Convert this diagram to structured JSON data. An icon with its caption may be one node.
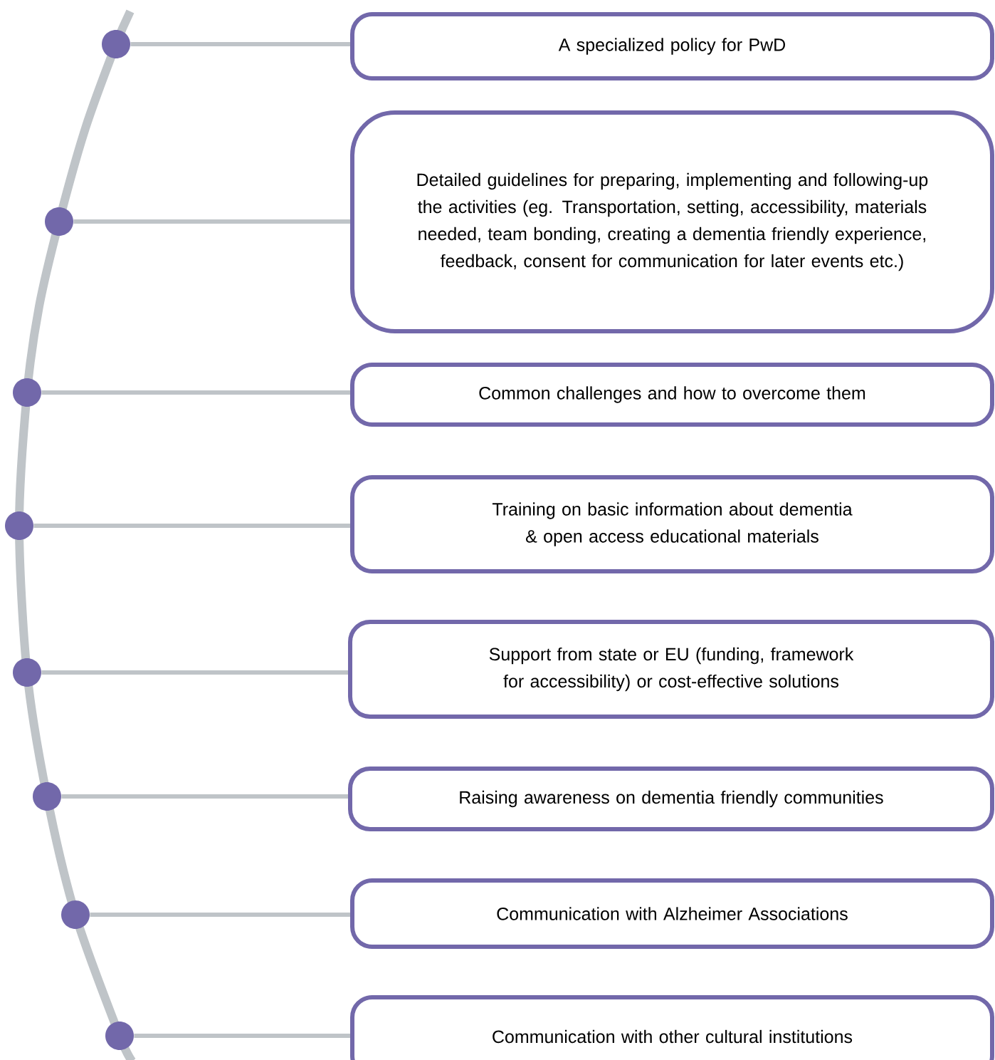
{
  "diagram": {
    "nodes": [
      {
        "text": [
          "A specialized policy for PwD"
        ]
      },
      {
        "text": [
          "Detailed guidelines for preparing, implementing and following-up the activities (eg. Transportation, setting, accessibility, materials needed, team bonding, creating a dementia friendly experience, feedback, consent for communication for later events etc.)"
        ]
      },
      {
        "text": [
          "Common challenges and how to overcome them"
        ]
      },
      {
        "text": [
          "Training on basic information about dementia & open access educational materials"
        ]
      },
      {
        "text": [
          "Support from state or EU (funding, framework for accessibility) or cost-effective solutions"
        ]
      },
      {
        "text": [
          "Raising awareness on dementia friendly communities"
        ]
      },
      {
        "text": [
          "Communication with Alzheimer Associations"
        ]
      },
      {
        "text": [
          "Communication with other cultural institutions"
        ]
      },
      {
        "text": [],
        "shape": "circle"
      },
      {
        "text": [],
        "shape": "circle"
      },
      {
        "text": [],
        "shape": "circle"
      },
      {
        "text": [],
        "shape": "circle"
      },
      {
        "text": [],
        "shape": "circle"
      },
      {
        "text": [],
        "shape": "circle"
      },
      {
        "text": [],
        "shape": "circle"
      },
      {
        "text": [],
        "shape": "circle"
      }
    ],
    "edges": [
      {
        "from": 8,
        "to": 0,
        "arrow": "none"
      },
      {
        "from": 9,
        "to": 1,
        "arrow": "none"
      },
      {
        "from": 10,
        "to": 2,
        "arrow": "none"
      },
      {
        "from": 11,
        "to": 3,
        "arrow": "none"
      },
      {
        "from": 12,
        "to": 4,
        "arrow": "none"
      },
      {
        "from": 13,
        "to": 5,
        "arrow": "none"
      },
      {
        "from": 14,
        "to": 6,
        "arrow": "none"
      },
      {
        "from": 15,
        "to": 7,
        "arrow": "none"
      }
    ]
  }
}
